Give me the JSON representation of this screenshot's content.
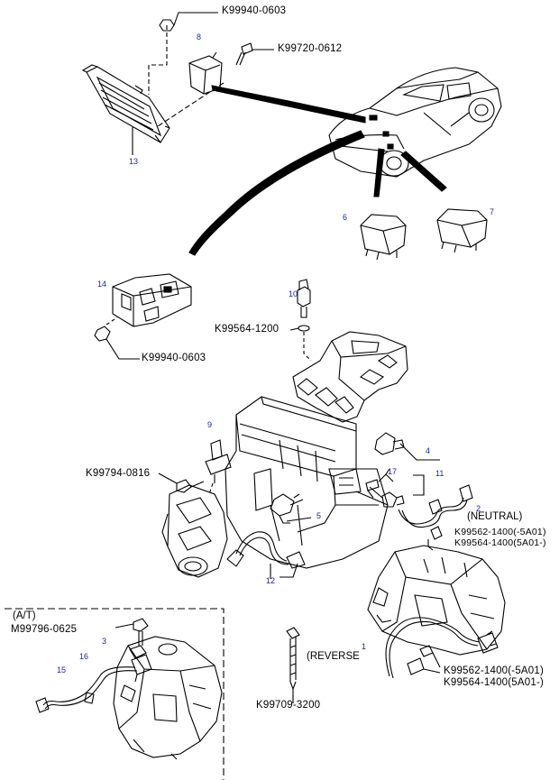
{
  "callouts": {
    "c1": "1",
    "c2": "2",
    "c3": "3",
    "c4": "4",
    "c5": "5",
    "c6": "6",
    "c7": "7",
    "c8": "8",
    "c9": "9",
    "c10": "10",
    "c11": "11",
    "c12": "12",
    "c13": "13",
    "c14": "14",
    "c15": "15",
    "c16": "16",
    "c17": "17"
  },
  "part_numbers": {
    "top_nut": "K99940-0603",
    "top_bolt": "K99720-0612",
    "relay_block_nut": "K99940-0603",
    "sensor_washer": "K99564-1200",
    "bracket_bolt": "K99794-0816",
    "neutral_a": "K99562-1400(-5A01)",
    "neutral_b": "K99564-1400(5A01-)",
    "at_bolt": "M99796-0625",
    "reverse_a": "K99562-1400(-5A01)",
    "reverse_b": "K99564-1400(5A01-)",
    "bottom_clip": "K99709-3200"
  },
  "labels": {
    "neutral": "(NEUTRAL)",
    "reverse": "(REVERSE",
    "at": "(A/T)"
  },
  "colors": {
    "callout": "#1a2a9a",
    "line": "#000000"
  }
}
